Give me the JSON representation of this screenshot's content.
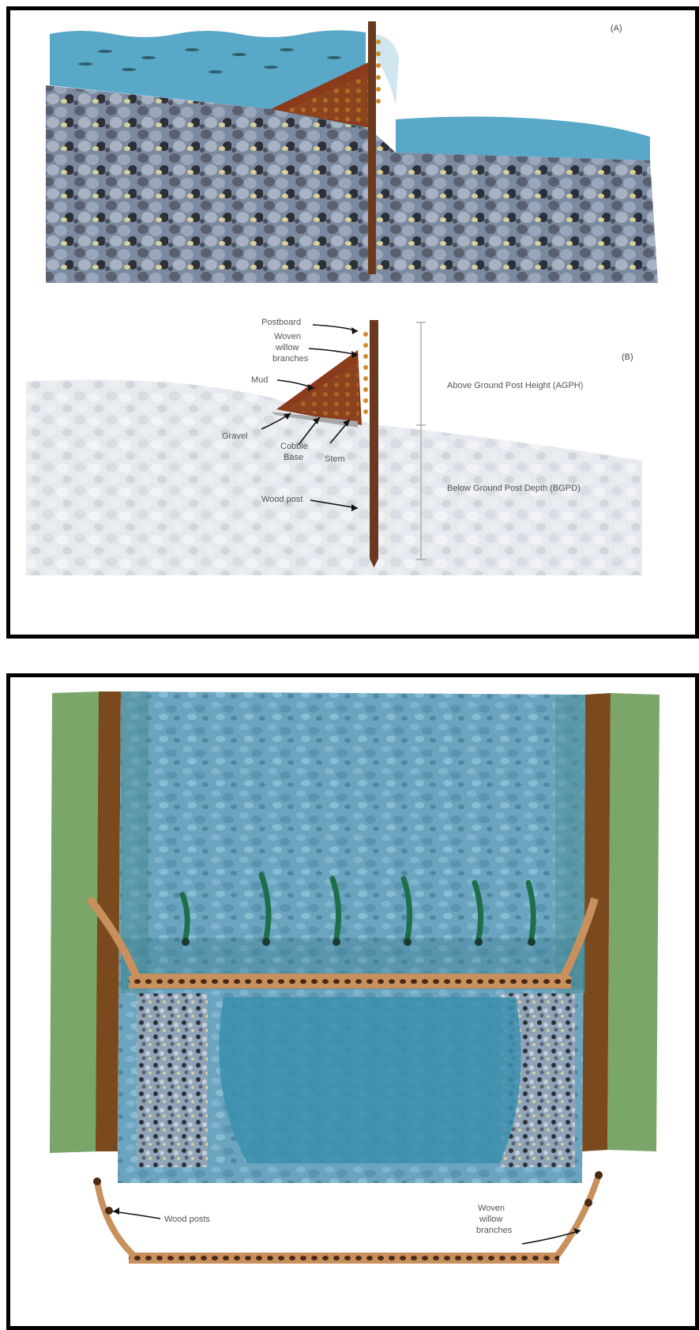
{
  "panel_a": {
    "letter_top": "(A)",
    "letter_mid": "(B)",
    "labels": {
      "postboard": "Postboard",
      "woven_willow_1": "Woven",
      "woven_willow_2": "willow",
      "woven_willow_3": "branches",
      "mud": "Mud",
      "gravel": "Gravel",
      "cobble_1": "Cobble",
      "cobble_2": "Base",
      "stem": "Stem",
      "wood_post": "Wood post",
      "agph": "Above Ground Post Height (AGPH)",
      "bgpd": "Below Ground Post Depth (BGPD)"
    }
  },
  "panel_b": {
    "labels": {
      "wood_posts": "Wood posts",
      "woven_willow_1": "Woven",
      "woven_willow_2": "willow",
      "woven_willow_3": "branches"
    }
  },
  "colors": {
    "water": "#5aa8c8",
    "post": "#6b3a1e",
    "mud": "#8c3a1c",
    "bank": "#7aa66a",
    "gravel_light": "#c8cfd8"
  }
}
